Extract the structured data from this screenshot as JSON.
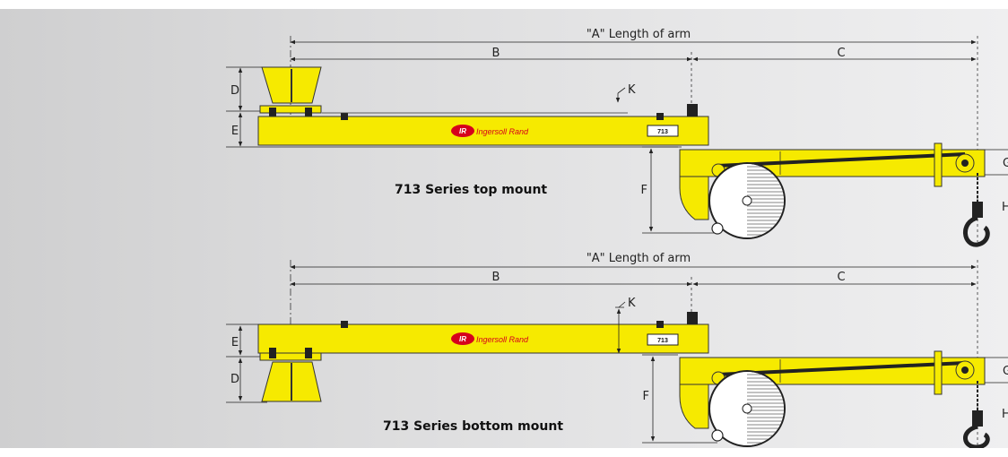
{
  "top": {
    "caption": "713 Series top mount",
    "dim_a": "\"A\" Length of arm",
    "dim_b": "B",
    "dim_c": "C",
    "dim_d": "D",
    "dim_e": "E",
    "dim_f": "F",
    "dim_k": "K",
    "dim_g_partial": "G",
    "dim_h_partial": "H",
    "brand": "Ingersoll Rand",
    "logo": "IR",
    "model_tag": "713"
  },
  "bottom": {
    "caption": "713 Series bottom mount",
    "dim_a": "\"A\" Length of arm",
    "dim_b": "B",
    "dim_c": "C",
    "dim_d": "D",
    "dim_e": "E",
    "dim_f": "F",
    "dim_k": "K",
    "dim_g_partial": "G",
    "dim_h_partial": "H",
    "brand": "Ingersoll Rand",
    "logo": "IR",
    "model_tag": "713"
  },
  "colors": {
    "arm": "#f6ea00",
    "brand_red": "#d6001c"
  }
}
